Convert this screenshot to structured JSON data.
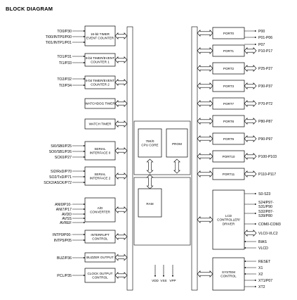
{
  "title": "BLOCK DIAGRAM",
  "left_blocks": [
    {
      "label": [
        "16-bit TIMER",
        "EVENT COUNTER"
      ],
      "pins": [
        "TO0/P30",
        "TI00/INTP0/P00",
        "TI01/INTP1/P01"
      ]
    },
    {
      "label": [
        "8-bit TIMER/EVENT",
        "COUNTER 1"
      ],
      "pins": [
        "TO1/P31",
        "TI1/P33"
      ]
    },
    {
      "label": [
        "8-bit TIMER/EVENT",
        "COUNTER 2"
      ],
      "pins": [
        "TO2/P32",
        "TI2/P34"
      ]
    },
    {
      "label": [
        "WATCHDOG TIMER"
      ],
      "pins": []
    },
    {
      "label": [
        "WATCH TIMER"
      ],
      "pins": []
    },
    {
      "label": [
        "SERIAL",
        "INTERFACE 0"
      ],
      "pins": [
        "SI0/SB0/P25",
        "SO0/SB1/P26",
        "SCK0/P27"
      ]
    },
    {
      "label": [
        "SERIAL",
        "INTERFACE 2"
      ],
      "pins": [
        "SI2/RxD/P70",
        "SO2/TxD/P71",
        "SCK2/ASCK/P72"
      ]
    },
    {
      "label": [
        "A/D",
        "CONVERTER"
      ],
      "pins": [
        "ANI0/P10-",
        "ANI7/P17",
        "AVDD",
        "AVSS",
        "AVREF"
      ]
    },
    {
      "label": [
        "INTERRUPT",
        "CONTROL"
      ],
      "pins": [
        "INTP0/P00-",
        "INTP5/P05"
      ]
    },
    {
      "label": [
        "BUZZER OUTPUT"
      ],
      "pins": [
        "BUZ/P36"
      ]
    },
    {
      "label": [
        "CLOCK OUTPUT",
        "CONTROL"
      ],
      "pins": [
        "PCL/P35"
      ]
    }
  ],
  "center": {
    "cpu": [
      "78K/0",
      "CPU CORE"
    ],
    "prom": "PROM",
    "ram": "RAM",
    "power": [
      "VDD",
      "VSS",
      "VPP"
    ]
  },
  "ports": [
    {
      "name": "PORT0",
      "pins": [
        "P00",
        "P01-P06",
        "P07"
      ]
    },
    {
      "name": "PORT1",
      "pins": [
        "P10-P17"
      ]
    },
    {
      "name": "PORT2",
      "pins": [
        "P25-P27"
      ]
    },
    {
      "name": "PORT3",
      "pins": [
        "P30-P37"
      ]
    },
    {
      "name": "PORT7",
      "pins": [
        "P70-P72"
      ]
    },
    {
      "name": "PORT8",
      "pins": [
        "P80-P87"
      ]
    },
    {
      "name": "PORT9",
      "pins": [
        "P90-P97"
      ]
    },
    {
      "name": "PORT10",
      "pins": [
        "P100-P103"
      ]
    },
    {
      "name": "PORT11",
      "pins": [
        "P110-P117"
      ]
    }
  ],
  "lcd": {
    "label": [
      "LCD",
      "CONTROLLER/",
      "DRIVER"
    ],
    "pins": [
      "S0-S23",
      "S24/P97-",
      "S31/P90",
      "S32/P87-",
      "S39/P80",
      "COM0-COM3",
      "VLC0-VLC2",
      "BIAS",
      "VLCD"
    ]
  },
  "system": {
    "label": [
      "SYSTEM",
      "CONTROL"
    ],
    "pins": [
      "RESET",
      "X1",
      "X2",
      "XT1/P07",
      "XT2"
    ]
  }
}
